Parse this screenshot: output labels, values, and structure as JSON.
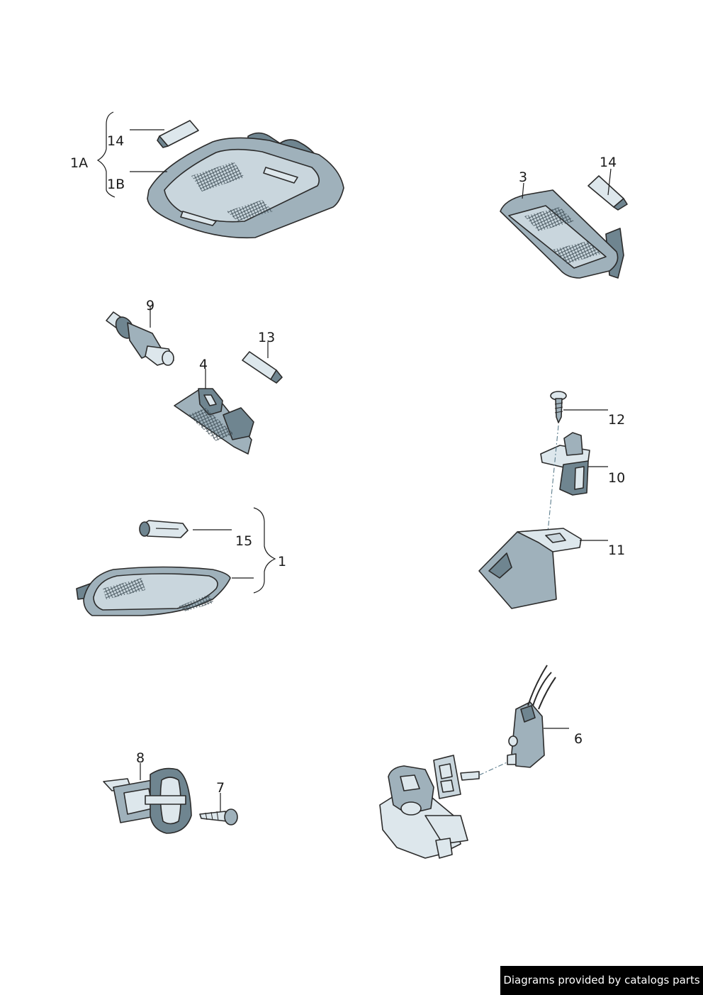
{
  "labels": {
    "p1A": "1A",
    "p1B": "1B",
    "p14a": "14",
    "p3": "3",
    "p14b": "14",
    "p9": "9",
    "p13": "13",
    "p4": "4",
    "p12": "12",
    "p10": "10",
    "p15": "15",
    "p1": "1",
    "p11": "11",
    "p6": "6",
    "p8": "8",
    "p7": "7"
  },
  "footer": "Diagrams provided by catalogs parts"
}
